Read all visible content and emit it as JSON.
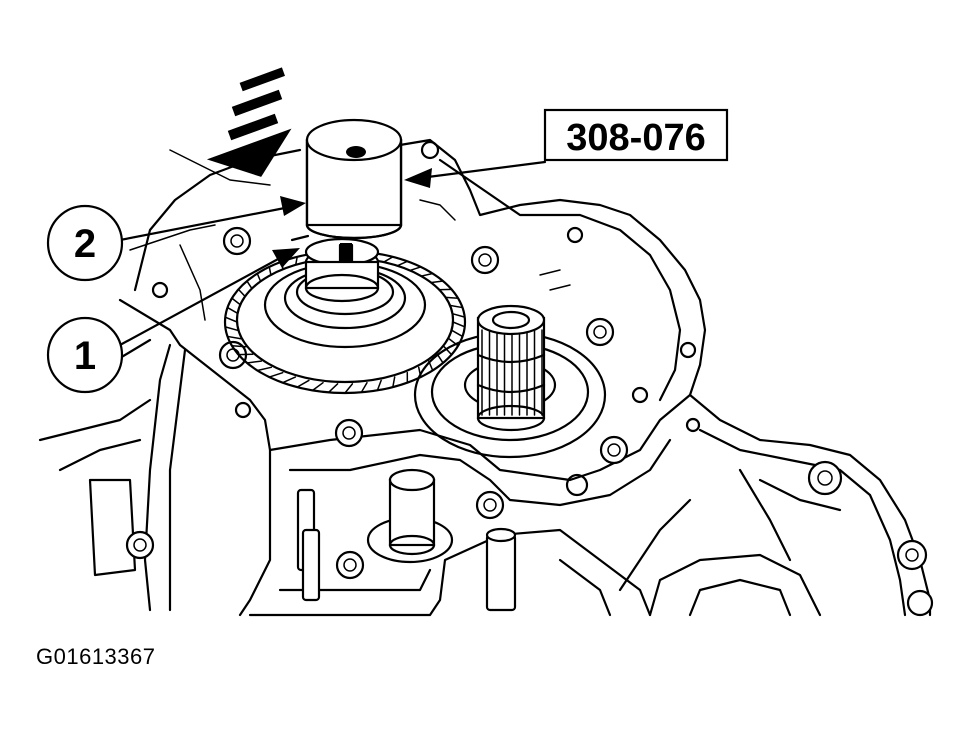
{
  "figure": {
    "id": "G01613367"
  },
  "callouts": [
    {
      "label": "2",
      "target": "tool-body"
    },
    {
      "label": "1",
      "target": "snap-ring"
    }
  ],
  "tool": {
    "label": "308-076"
  },
  "colors": {
    "ink": "#000000",
    "paper": "#ffffff"
  }
}
